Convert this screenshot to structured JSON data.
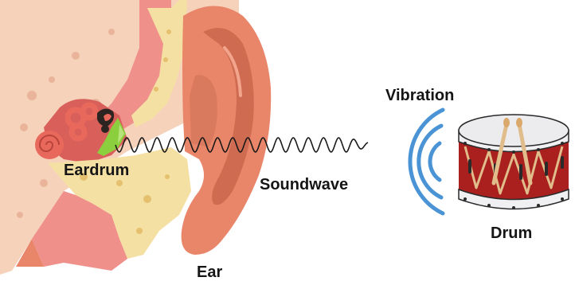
{
  "labels": {
    "eardrum": "Eardrum",
    "soundwave": "Soundwave",
    "ear": "Ear",
    "vibration": "Vibration",
    "drum": "Drum"
  },
  "colors": {
    "skin_light": "#f6d2bb",
    "skin_outer": "#e9866a",
    "skin_shadow": "#cf6b50",
    "canal_pink": "#f0908a",
    "bone_yellow": "#f5e0a3",
    "ossicle_red": "#e9685c",
    "eardrum_green": "#8ccf3e",
    "vibration_blue": "#4a94d6",
    "drum_red": "#a9201f",
    "drum_white": "#f0f0f2",
    "drum_gold": "#e0bd8a",
    "wave_black": "#1a1a1a"
  }
}
